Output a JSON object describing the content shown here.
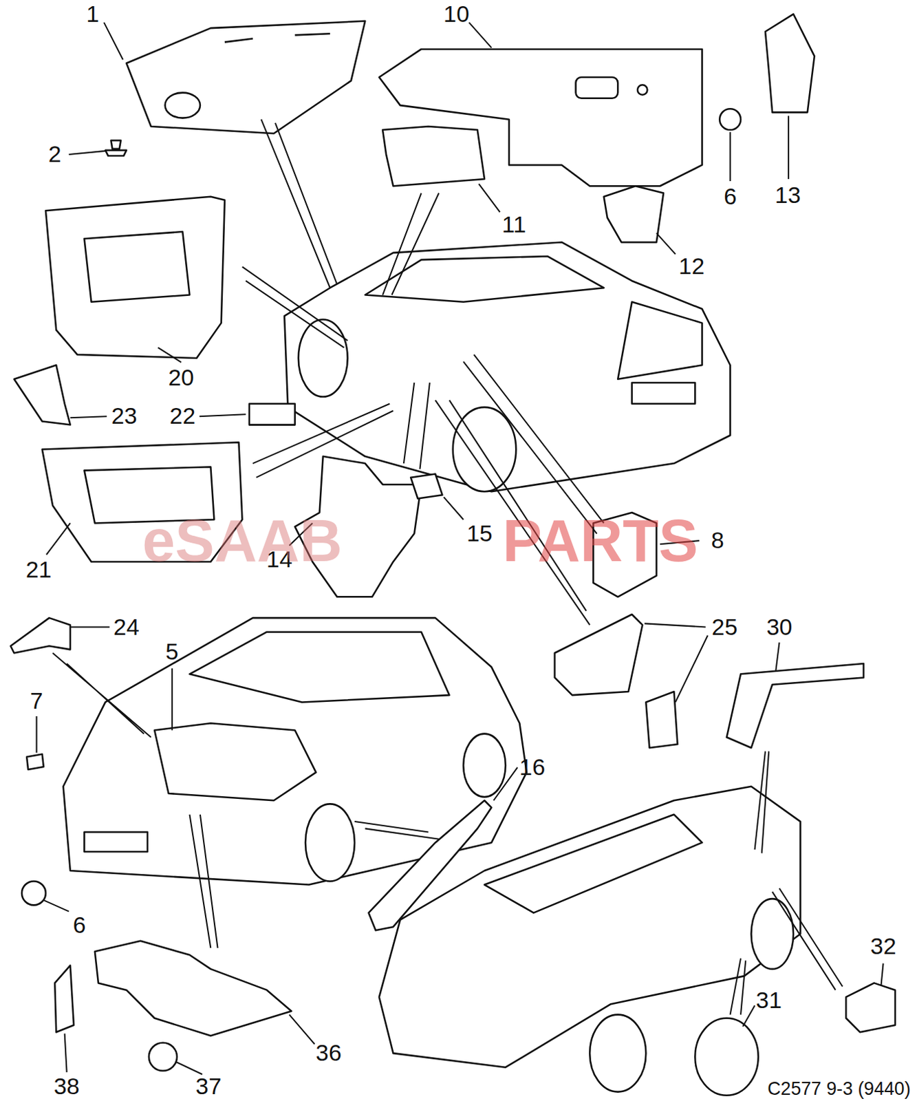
{
  "diagram": {
    "labels": [
      "1",
      "10",
      "13",
      "2",
      "6",
      "11",
      "12",
      "20",
      "23",
      "22",
      "21",
      "14",
      "15",
      "8",
      "24",
      "5",
      "25",
      "30",
      "7",
      "16",
      "6",
      "32",
      "31",
      "38",
      "37",
      "36",
      "C2577 9-3 (9440)",
      "eSAAB",
      "PARTS"
    ]
  }
}
